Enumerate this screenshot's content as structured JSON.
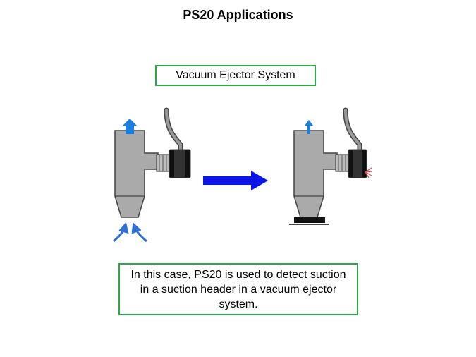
{
  "page": {
    "title": "PS20 Applications"
  },
  "diagram": {
    "label": "Vacuum Ejector System",
    "caption": "In this case, PS20 is used to detect suction in a suction header in a vacuum ejector system.",
    "colors": {
      "body": "#aaaaaa",
      "body_stroke": "#444444",
      "cable": "#999999",
      "sensor": "#111111",
      "flow_arrow": "#1a7fe0",
      "process_arrow": "#0a14e6",
      "suction_arrows": "#2f6fd6",
      "signal": "#e05050",
      "box_border": "#2aa84a"
    }
  }
}
